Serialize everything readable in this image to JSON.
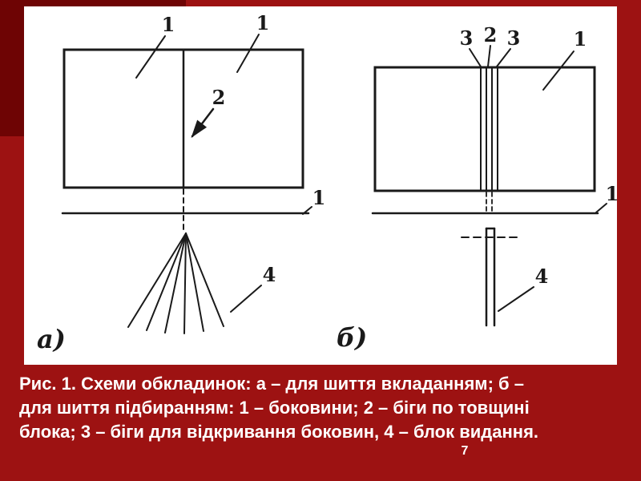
{
  "slide": {
    "page_number": "7",
    "colors": {
      "background": "#9D1212",
      "corner_accent": "#6E0404",
      "panel": "#FFFFFF",
      "caption_text": "#FFFFFF",
      "diagram_ink": "#1A1A1A"
    }
  },
  "caption": {
    "lines": [
      "Рис. 1. Схеми обкладинок: а – для шиття вкладанням; б –",
      "для шиття підбиранням: 1 – боковини; 2 – біги по товщині",
      "блока; 3 – біги для відкривання боковин, 4 – блок видання."
    ]
  },
  "figure": {
    "a": {
      "tag": "а)",
      "cover_left": "1",
      "cover_right": "1",
      "spine_crease": "2",
      "edge_line": "1",
      "block_fan": "4"
    },
    "b": {
      "tag": "б)",
      "crease_left": "3",
      "spine": "2",
      "crease_right": "3",
      "cover": "1",
      "edge_line": "1",
      "block": "4"
    }
  }
}
